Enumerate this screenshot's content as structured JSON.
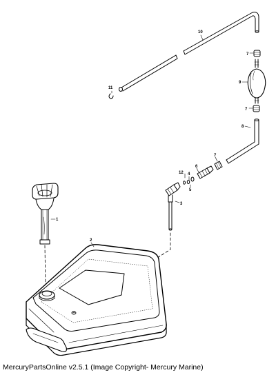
{
  "caption": "MercuryPartsOnline v2.5.1 (Image Copyright- Mercury Marine)",
  "callouts": {
    "tank": "2",
    "fuel_gauge": "1",
    "elbow_fitting": "3",
    "oring_small": "4",
    "oring_large": "5",
    "connector": "6",
    "hose_clamp": "7",
    "hose_bottom": "8",
    "primer_bulb": "9",
    "hose_top": "10",
    "tie_strap": "11",
    "washer": "12"
  },
  "colors": {
    "ink": "#000000",
    "paper": "#ffffff"
  }
}
